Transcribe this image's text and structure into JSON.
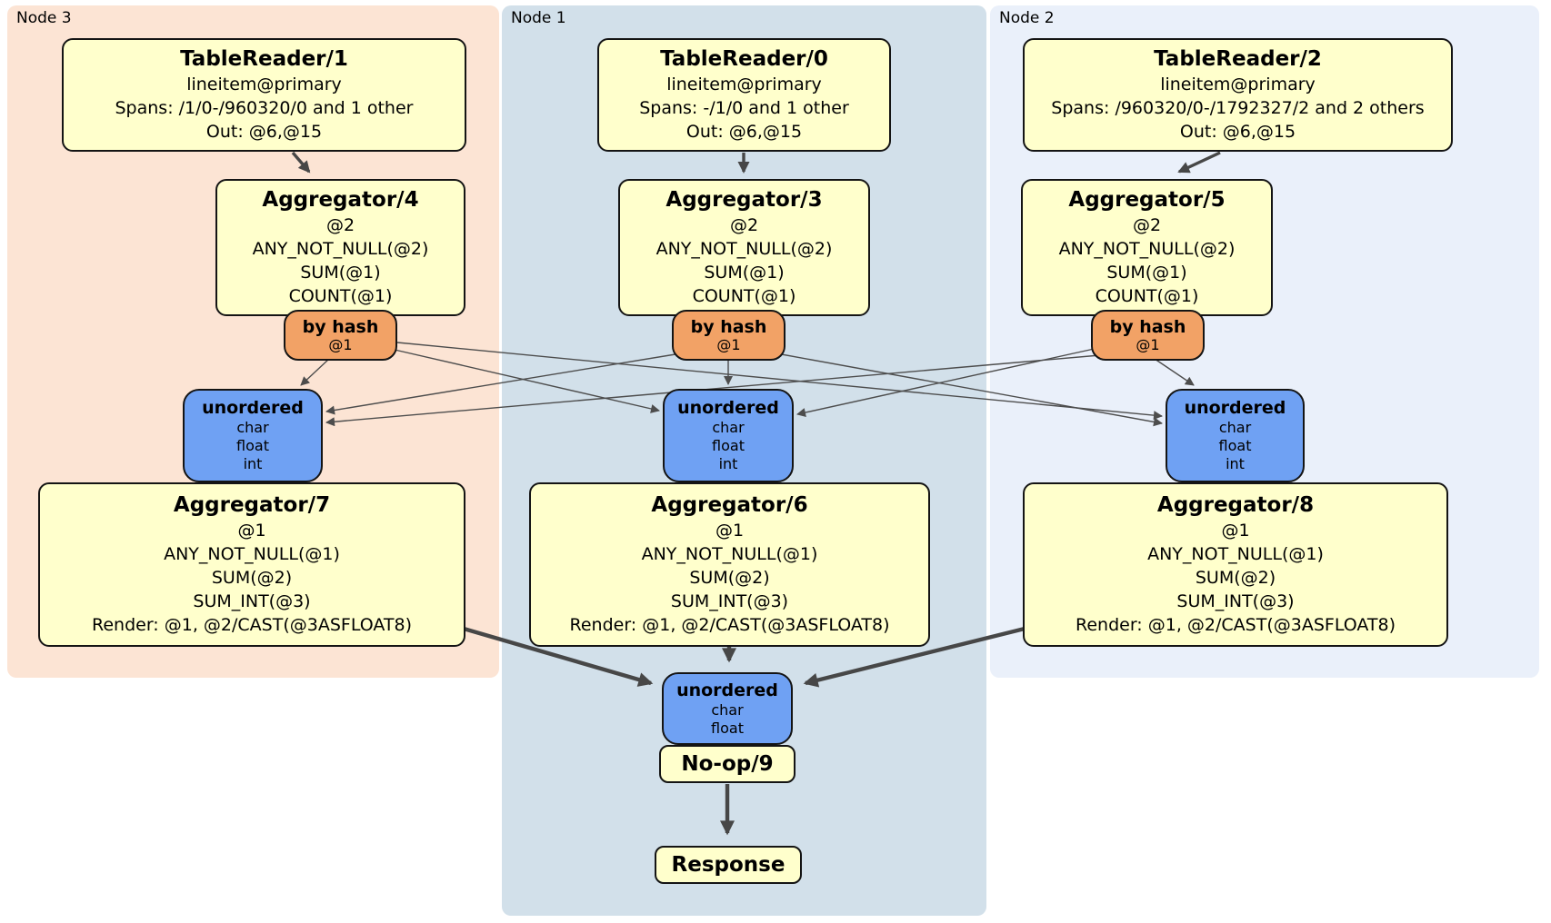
{
  "nodes": {
    "node3": {
      "label": "Node 3"
    },
    "node1": {
      "label": "Node 1"
    },
    "node2": {
      "label": "Node 2"
    }
  },
  "processors": {
    "tr1": {
      "title": "TableReader/1",
      "index": "lineitem@primary",
      "spans": "Spans: /1/0-/960320/0 and 1 other",
      "out": "Out: @6,@15"
    },
    "tr0": {
      "title": "TableReader/0",
      "index": "lineitem@primary",
      "spans": "Spans: -/1/0 and 1 other",
      "out": "Out: @6,@15"
    },
    "tr2": {
      "title": "TableReader/2",
      "index": "lineitem@primary",
      "spans": "Spans: /960320/0-/1792327/2 and 2 others",
      "out": "Out: @6,@15"
    },
    "agg4": {
      "title": "Aggregator/4",
      "group": "@2",
      "f1": "ANY_NOT_NULL(@2)",
      "f2": "SUM(@1)",
      "f3": "COUNT(@1)"
    },
    "agg3": {
      "title": "Aggregator/3",
      "group": "@2",
      "f1": "ANY_NOT_NULL(@2)",
      "f2": "SUM(@1)",
      "f3": "COUNT(@1)"
    },
    "agg5": {
      "title": "Aggregator/5",
      "group": "@2",
      "f1": "ANY_NOT_NULL(@2)",
      "f2": "SUM(@1)",
      "f3": "COUNT(@1)"
    },
    "agg7": {
      "title": "Aggregator/7",
      "group": "@1",
      "f1": "ANY_NOT_NULL(@1)",
      "f2": "SUM(@2)",
      "f3": "SUM_INT(@3)",
      "render": "Render: @1, @2/CAST(@3ASFLOAT8)"
    },
    "agg6": {
      "title": "Aggregator/6",
      "group": "@1",
      "f1": "ANY_NOT_NULL(@1)",
      "f2": "SUM(@2)",
      "f3": "SUM_INT(@3)",
      "render": "Render: @1, @2/CAST(@3ASFLOAT8)"
    },
    "agg8": {
      "title": "Aggregator/8",
      "group": "@1",
      "f1": "ANY_NOT_NULL(@1)",
      "f2": "SUM(@2)",
      "f3": "SUM_INT(@3)",
      "render": "Render: @1, @2/CAST(@3ASFLOAT8)"
    },
    "noop": {
      "title": "No-op/9"
    },
    "response": {
      "title": "Response"
    }
  },
  "routers": {
    "by_hash": {
      "title": "by hash",
      "key": "@1"
    }
  },
  "syncs": {
    "unordered3": {
      "title": "unordered",
      "types": [
        "char",
        "float",
        "int"
      ]
    },
    "unordered2": {
      "title": "unordered",
      "types": [
        "char",
        "float"
      ]
    }
  },
  "colors": {
    "node3_bg": "#fce4d4",
    "node1_bg": "#d2e0ea",
    "node2_bg": "#eaf0fa",
    "processor_box": "#ffffcc",
    "router_box": "#f2a266",
    "sync_box": "#6fa1f3",
    "box_border": "#141414",
    "edge": "#4d4d4d"
  }
}
